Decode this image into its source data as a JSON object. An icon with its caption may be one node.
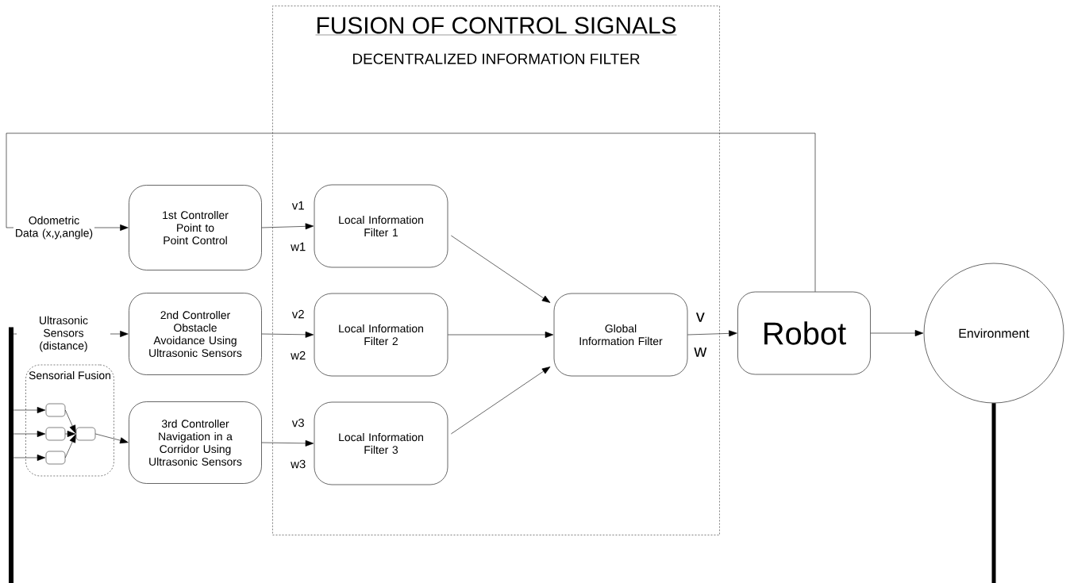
{
  "diagram": {
    "nodes": [
      {
        "text": [
          "FUSION OF CONTROL SIGNALS",
          "DECENTRALIZED INFORMATION FILTER"
        ]
      },
      {
        "text": [
          "1st Controller Point to Point Control"
        ]
      },
      {
        "text": [
          "2nd Controller Obstacle Avoidance Using Ultrasonic Sensors"
        ]
      },
      {
        "text": [
          "Sensorial Fusion"
        ]
      },
      {
        "text": [],
        "shape": "box",
        "in": 3
      },
      {
        "text": [],
        "shape": "box",
        "in": 3
      },
      {
        "text": [],
        "shape": "box",
        "in": 3
      },
      {
        "text": [],
        "shape": "box",
        "in": 3
      },
      {
        "text": [
          "3rd Controller Navigation in a Corridor Using Ultrasonic Sensors"
        ]
      },
      {
        "text": [
          "Local Information Filter 1"
        ],
        "in": 0,
        "beside": [
          "v1",
          "w1"
        ]
      },
      {
        "text": [
          "Local Information Filter 2"
        ],
        "in": 0,
        "beside": [
          "v2",
          "w2"
        ]
      },
      {
        "text": [
          "Local Information Filter 3"
        ],
        "in": 0,
        "beside": [
          "v3",
          "w3"
        ]
      },
      {
        "text": [
          "Global Information Filter"
        ],
        "in": 0,
        "beside": [
          "v",
          "w"
        ]
      },
      {
        "text": [
          "Robot"
        ]
      },
      {
        "text": [
          "Environment"
        ]
      },
      {
        "text": [],
        "shape": "bar"
      }
    ],
    "edges": [
      {
        "from": 13,
        "to": 1,
        "arrow": "to",
        "label": "Odometric Data (x,y,angle)"
      },
      {
        "from": 15,
        "to": 2,
        "arrow": "to",
        "label": "Ultrasonic Sensors (distance)"
      },
      {
        "from": 15,
        "to": 4,
        "arrow": "to"
      },
      {
        "from": 15,
        "to": 5,
        "arrow": "to"
      },
      {
        "from": 15,
        "to": 6,
        "arrow": "to"
      },
      {
        "from": 4,
        "to": 7,
        "arrow": "to"
      },
      {
        "from": 5,
        "to": 7,
        "arrow": "to"
      },
      {
        "from": 6,
        "to": 7,
        "arrow": "to"
      },
      {
        "from": 7,
        "to": 8,
        "arrow": "to"
      },
      {
        "from": 1,
        "to": 9,
        "arrow": "to"
      },
      {
        "from": 2,
        "to": 10,
        "arrow": "to"
      },
      {
        "from": 8,
        "to": 11,
        "arrow": "to"
      },
      {
        "from": 9,
        "to": 12,
        "arrow": "to"
      },
      {
        "from": 10,
        "to": 12,
        "arrow": "to"
      },
      {
        "from": 11,
        "to": 12,
        "arrow": "to"
      },
      {
        "from": 12,
        "to": 13,
        "arrow": "to"
      },
      {
        "from": 13,
        "to": 14,
        "arrow": "to"
      },
      {
        "from": 14,
        "to": null,
        "arrow": "none",
        "style": "thick"
      }
    ]
  }
}
